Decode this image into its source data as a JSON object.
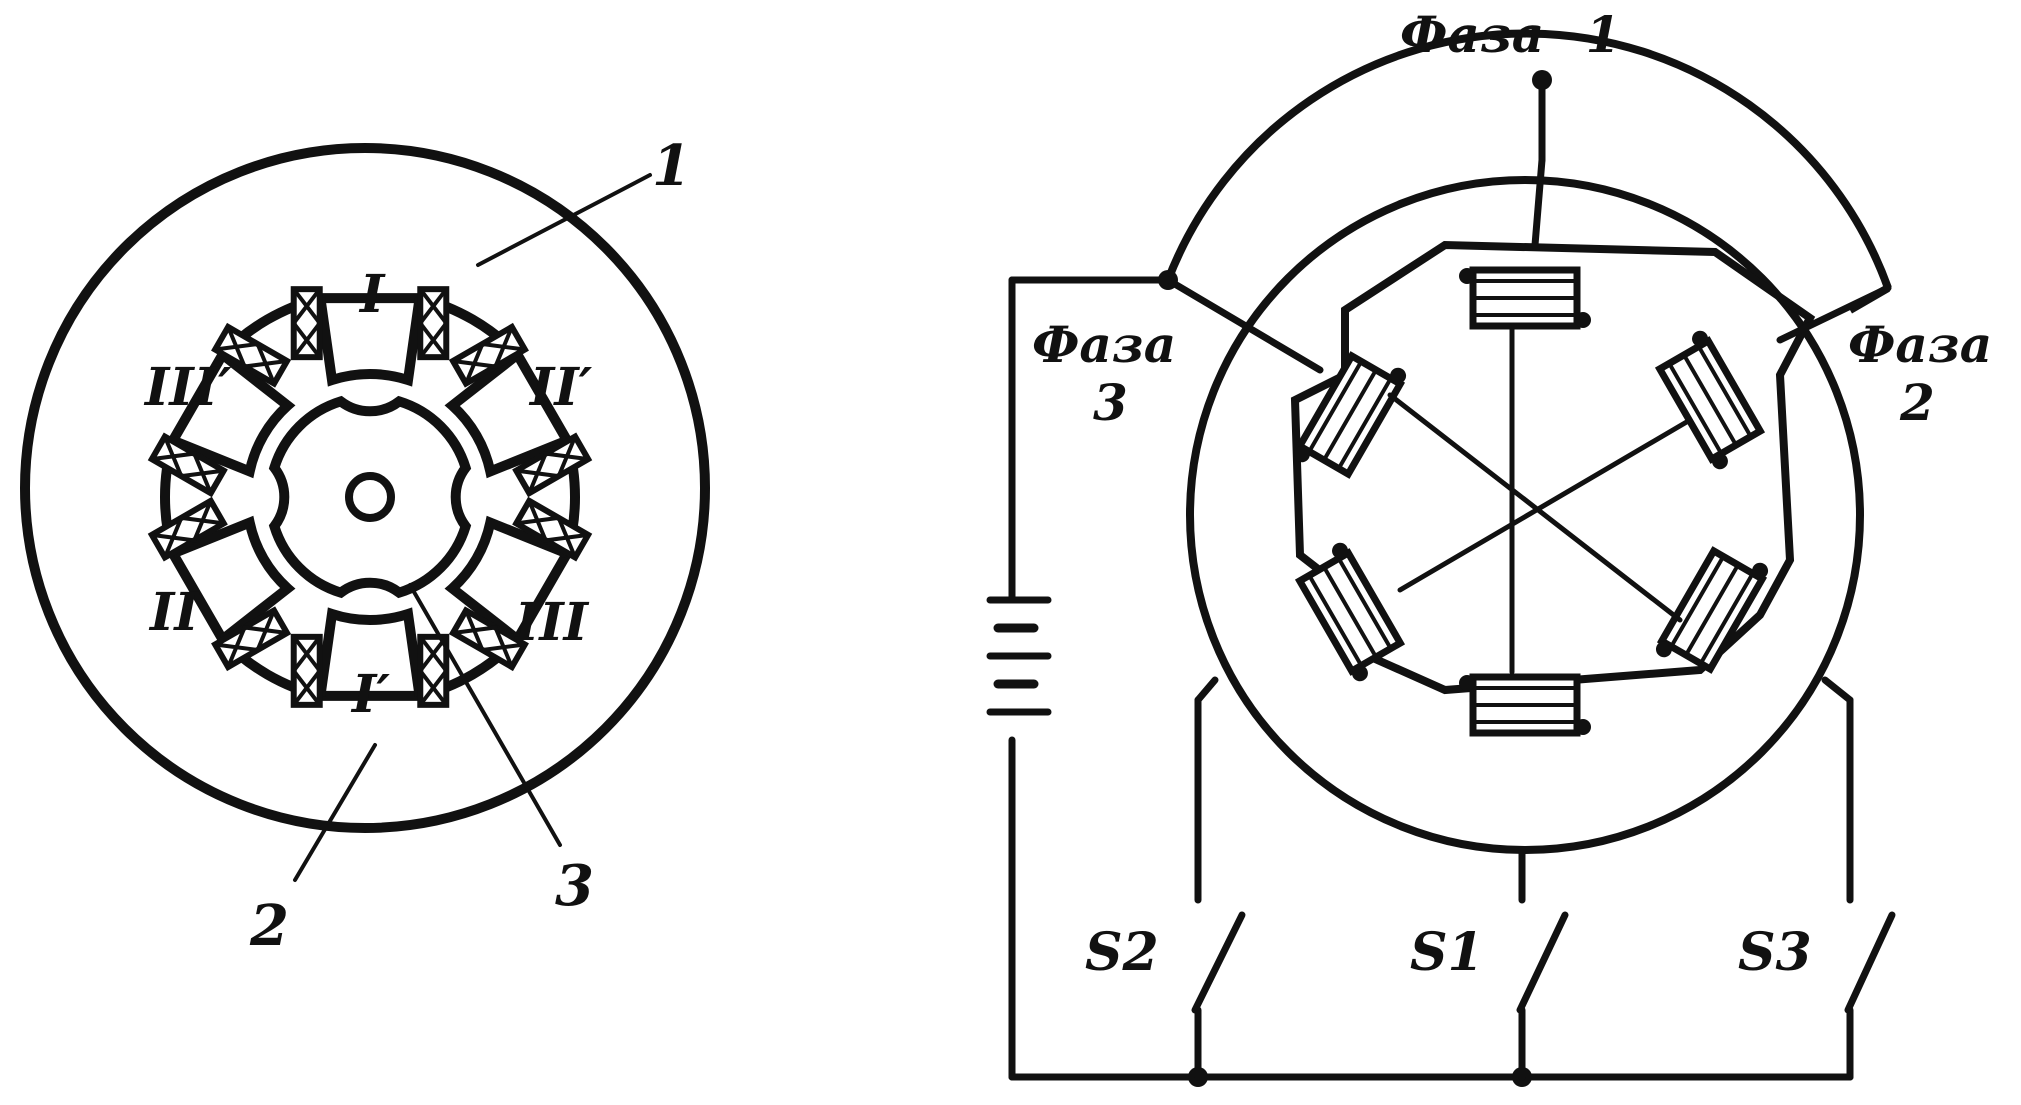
{
  "colors": {
    "ink": "#111111",
    "paper": "#ffffff"
  },
  "left_diagram": {
    "pole_labels": {
      "I": "I",
      "I_prime": "I′",
      "II": "II",
      "II_prime": "II′",
      "III": "III",
      "III_prime": "III′"
    },
    "callouts": {
      "one": "1",
      "two": "2",
      "three": "3"
    }
  },
  "right_diagram": {
    "phase1": {
      "word": "Фаза",
      "num": "1"
    },
    "phase2": {
      "word": "Фаза",
      "num": "2"
    },
    "phase3": {
      "word": "Фаза",
      "num": "3"
    },
    "switches": {
      "s1": "S1",
      "s2": "S2",
      "s3": "S3"
    }
  }
}
